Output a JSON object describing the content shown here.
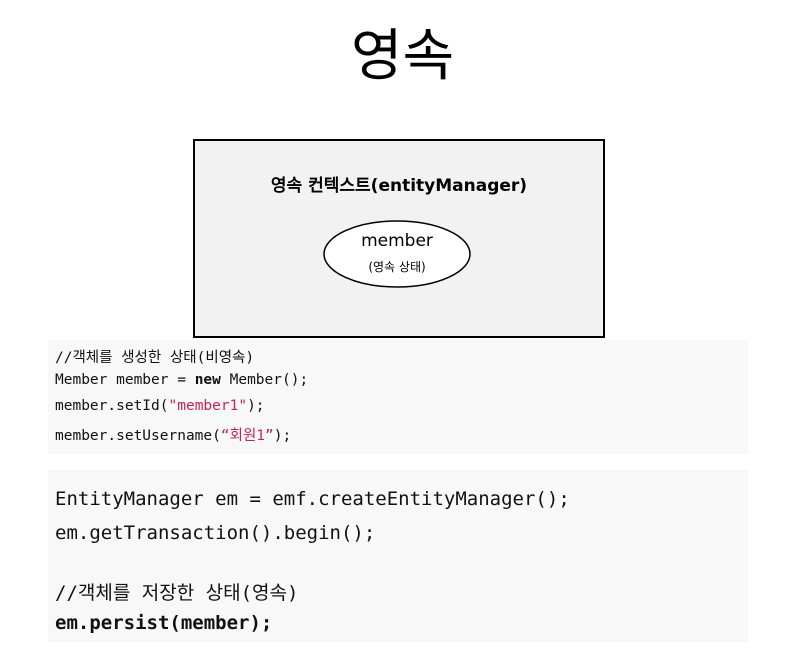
{
  "title": "영속",
  "context_box": {
    "title": "영속 컨텍스트(entityManager)",
    "entity_name": "member",
    "entity_state": "(영속 상태)"
  },
  "code_block_1": {
    "comment": "//객체를 생성한 상태(비영속)",
    "line2_pre": "Member member = ",
    "line2_kw": "new",
    "line2_post": " Member();",
    "line3_pre": "member.setId(",
    "line3_str": "\"member1\"",
    "line3_post": ");",
    "line4_pre": "member.setUsername(",
    "line4_str": "“회원1”",
    "line4_post": ");"
  },
  "code_block_2": {
    "line1": "EntityManager em = emf.createEntityManager();",
    "line2": "em.getTransaction().begin();",
    "comment": "//객체를 저장한 상태(영속)",
    "line4": "em.persist(member);"
  }
}
